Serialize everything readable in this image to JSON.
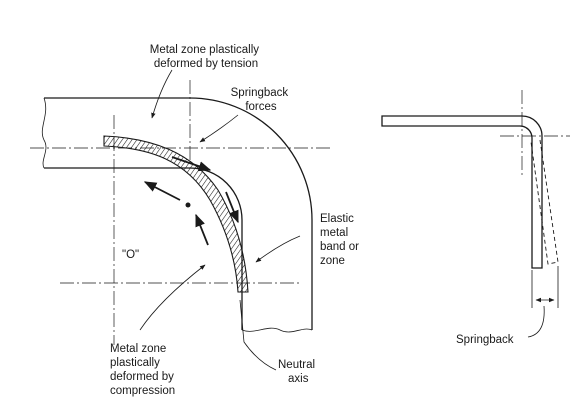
{
  "labels": {
    "tension_zone": [
      "Metal zone plastically",
      "deformed by tension"
    ],
    "springback_forces": [
      "Springback",
      "forces"
    ],
    "elastic_band": [
      "Elastic",
      "metal",
      "band or",
      "zone"
    ],
    "center_o": "\"O\"",
    "compression_zone": [
      "Metal zone",
      "plastically",
      "deformed by",
      "compression"
    ],
    "neutral_axis": [
      "Neutral",
      "axis"
    ],
    "springback": "Springback"
  }
}
